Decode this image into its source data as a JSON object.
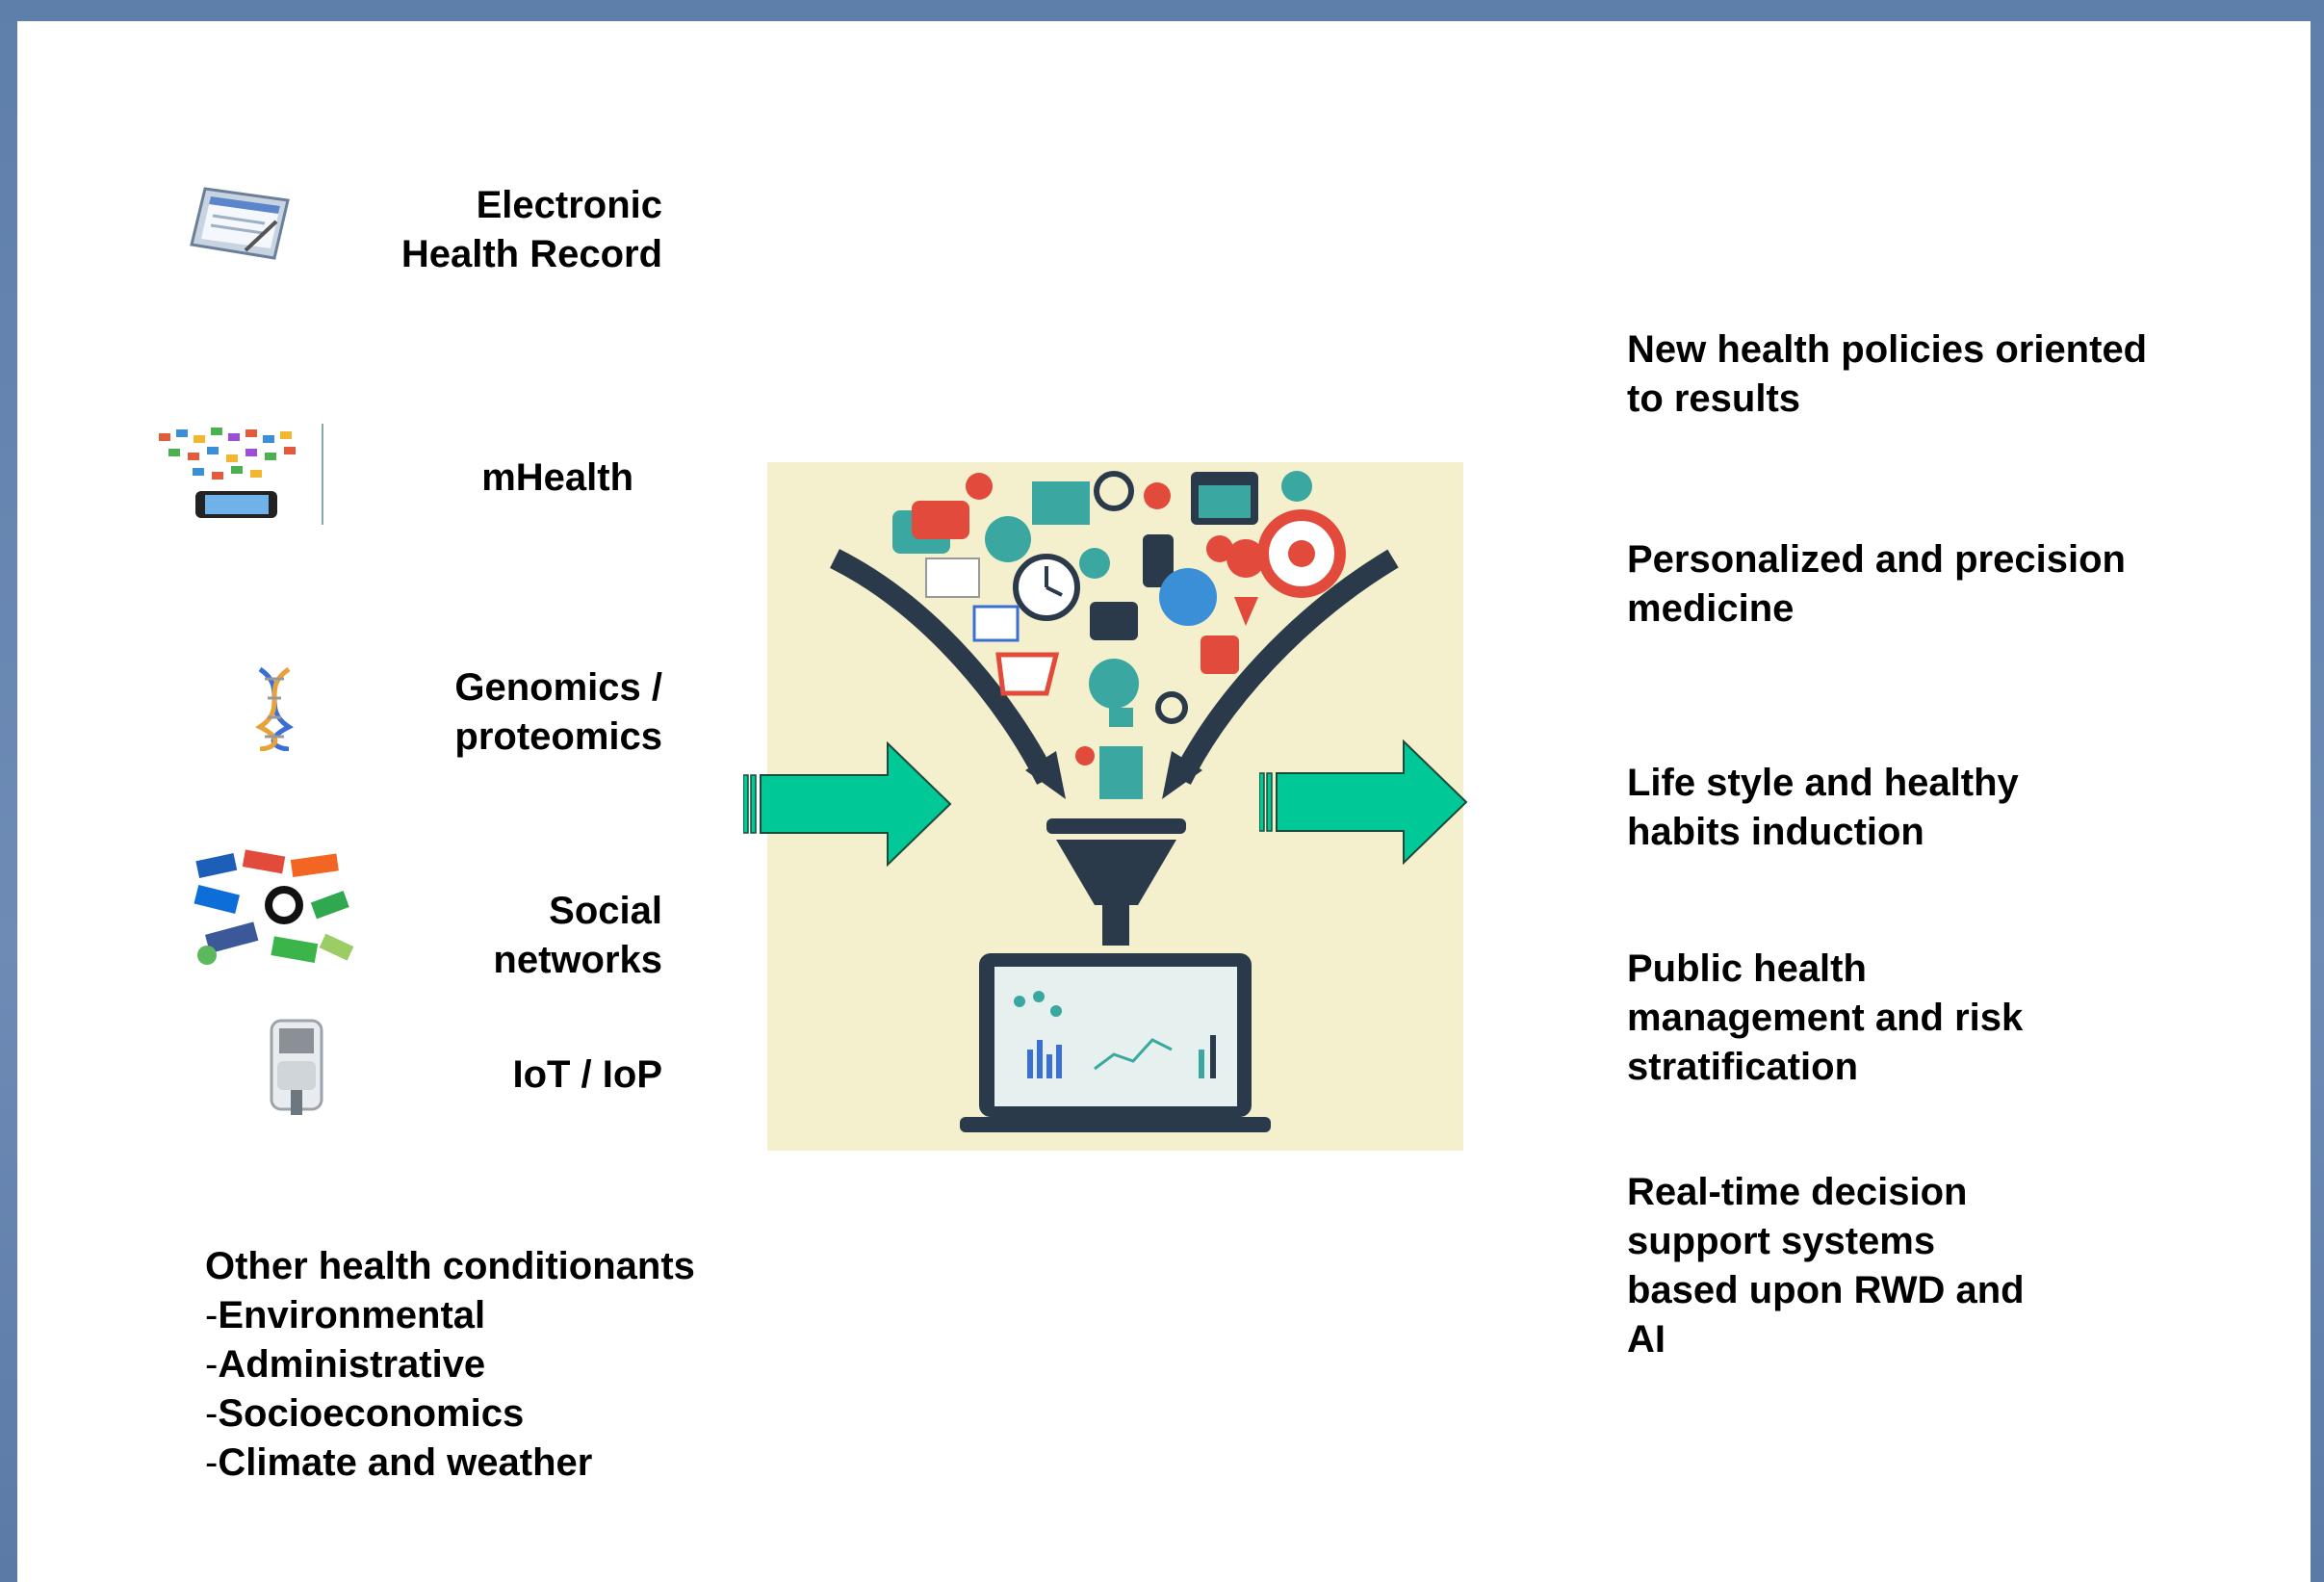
{
  "sources": [
    {
      "key": "ehr",
      "lines": [
        "Electronic",
        "Health Record"
      ],
      "icon": "tablet-icon"
    },
    {
      "key": "mhealth",
      "lines": [
        "mHealth"
      ],
      "icon": "smartphone-apps-icon"
    },
    {
      "key": "genomics",
      "lines": [
        "Genomics /",
        "proteomics"
      ],
      "icon": "dna-icon"
    },
    {
      "key": "social",
      "lines": [
        "Social",
        "networks"
      ],
      "icon": "social-logos-icon"
    },
    {
      "key": "iot",
      "lines": [
        "IoT / IoP"
      ],
      "icon": "glucometer-icon"
    }
  ],
  "other": {
    "heading": "Other health conditionants",
    "items": [
      "Environmental",
      "Administrative",
      "Socioeconomics",
      "Climate and weather"
    ],
    "dash": "-"
  },
  "outcomes": [
    {
      "lines": [
        "New health policies oriented",
        "to results"
      ]
    },
    {
      "lines": [
        "Personalized and precision",
        "medicine"
      ]
    },
    {
      "lines": [
        "Life style and healthy",
        "habits induction"
      ]
    },
    {
      "lines": [
        "Public health",
        "management and risk",
        "stratification"
      ]
    },
    {
      "lines": [
        "Real-time decision",
        "support systems",
        "based upon RWD and",
        "AI"
      ]
    }
  ],
  "colors": {
    "arrow": "#00c896",
    "frame": "#5b7aa6",
    "funnel": "#2b3a4a",
    "center_bg": "#f4f0cd"
  }
}
